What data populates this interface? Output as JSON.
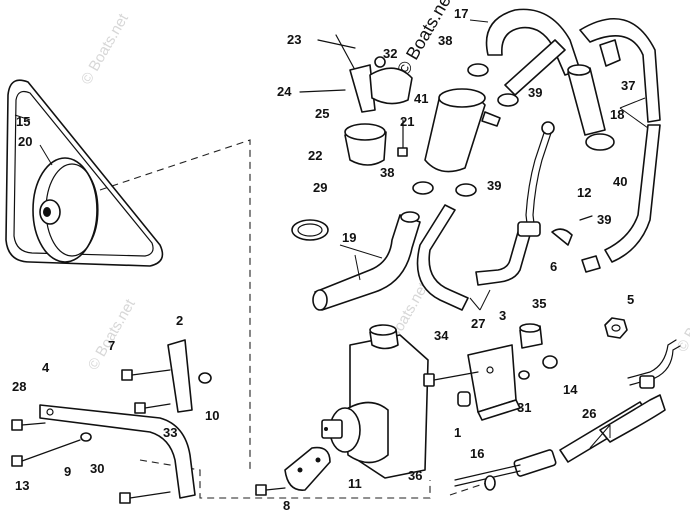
{
  "watermarks": {
    "top": "© Boats.net",
    "center": "© Boats.net",
    "left": "© Boats.net",
    "right": "© Boats.net"
  },
  "callouts": [
    "1",
    "2",
    "3",
    "4",
    "5",
    "6",
    "7",
    "8",
    "9",
    "10",
    "11",
    "12",
    "13",
    "14",
    "15",
    "16",
    "17",
    "18",
    "19",
    "20",
    "21",
    "22",
    "23",
    "24",
    "25",
    "26",
    "27",
    "28",
    "29",
    "30",
    "31",
    "32",
    "33",
    "34",
    "35",
    "36",
    "37",
    "38",
    "39",
    "40",
    "41"
  ]
}
